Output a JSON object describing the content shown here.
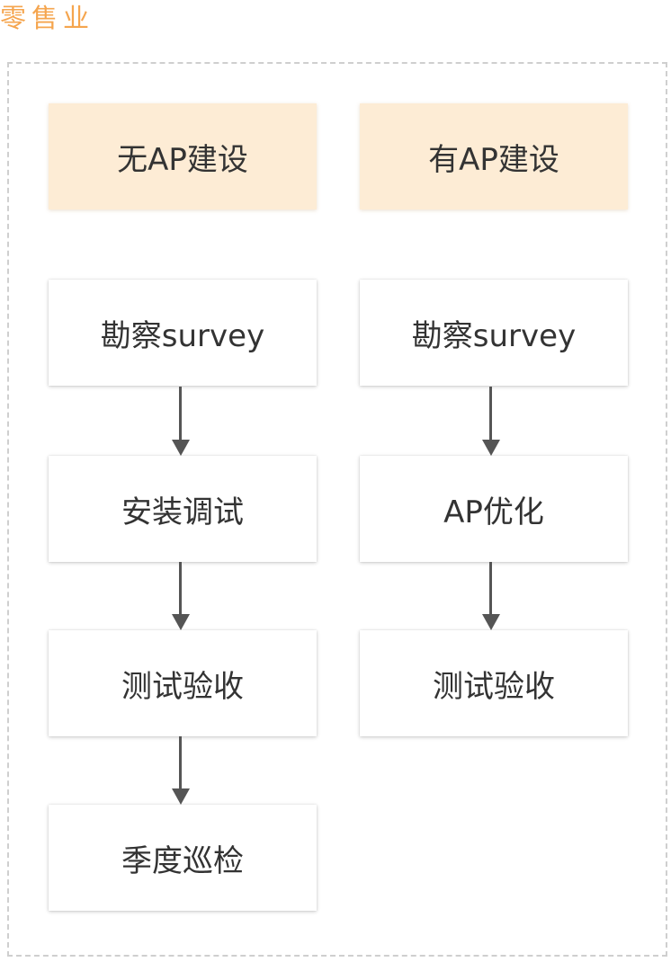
{
  "title": "零售业",
  "columns": [
    {
      "header": "无AP建设",
      "steps": [
        "勘察survey",
        "安装调试",
        "测试验收",
        "季度巡检"
      ]
    },
    {
      "header": "有AP建设",
      "steps": [
        "勘察survey",
        "AP优化",
        "测试验收"
      ]
    }
  ],
  "colors": {
    "title": "#f5a54e",
    "header_fill": "#fdecd5",
    "frame_border": "#cfcfcf",
    "arrow": "#555555",
    "text": "#333333"
  }
}
